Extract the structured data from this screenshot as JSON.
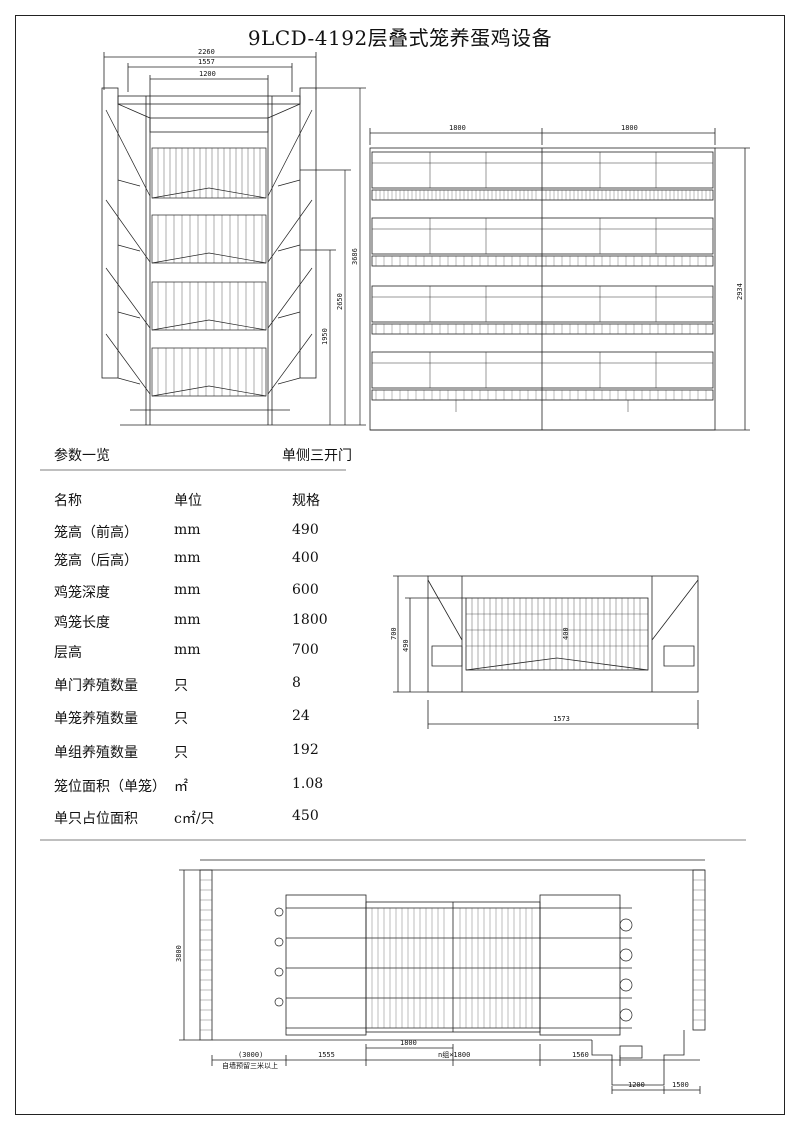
{
  "title": "9LCD-4192层叠式笼养蛋鸡设备",
  "front_view": {
    "dims_top": [
      "2260",
      "1557",
      "1200"
    ],
    "dims_side": [
      "3686",
      "2650",
      "1950"
    ]
  },
  "side_view": {
    "dims_top": [
      "1800",
      "1800"
    ],
    "dim_height": "2934"
  },
  "section_view": {
    "dims_left": [
      "700",
      "490"
    ],
    "dim_inner": "400",
    "dim_width": "1573"
  },
  "plan_view": {
    "dim_height": "3800",
    "dims_bottom": [
      "(3000)",
      "1555",
      "1800",
      "n组×1800",
      "1560"
    ],
    "note": "自墙预留三米以上",
    "dims_pit": [
      "1200",
      "1500"
    ]
  },
  "params": {
    "heading": "参数一览",
    "door_type": "单侧三开门",
    "columns": [
      "名称",
      "单位",
      "规格"
    ],
    "rows": [
      {
        "name": "笼高（前高）",
        "unit": "mm",
        "value": "490"
      },
      {
        "name": "笼高（后高）",
        "unit": "mm",
        "value": "400"
      },
      {
        "name": "鸡笼深度",
        "unit": "mm",
        "value": "600"
      },
      {
        "name": "鸡笼长度",
        "unit": "mm",
        "value": "1800"
      },
      {
        "name": "层高",
        "unit": "mm",
        "value": "700"
      },
      {
        "name": "单门养殖数量",
        "unit": "只",
        "value": "8"
      },
      {
        "name": "单笼养殖数量",
        "unit": "只",
        "value": "24"
      },
      {
        "name": "单组养殖数量",
        "unit": "只",
        "value": "192"
      },
      {
        "name": "笼位面积（单笼）",
        "unit": "㎡",
        "value": "1.08"
      },
      {
        "name": "单只占位面积",
        "unit": "c㎡/只",
        "value": "450"
      }
    ]
  }
}
